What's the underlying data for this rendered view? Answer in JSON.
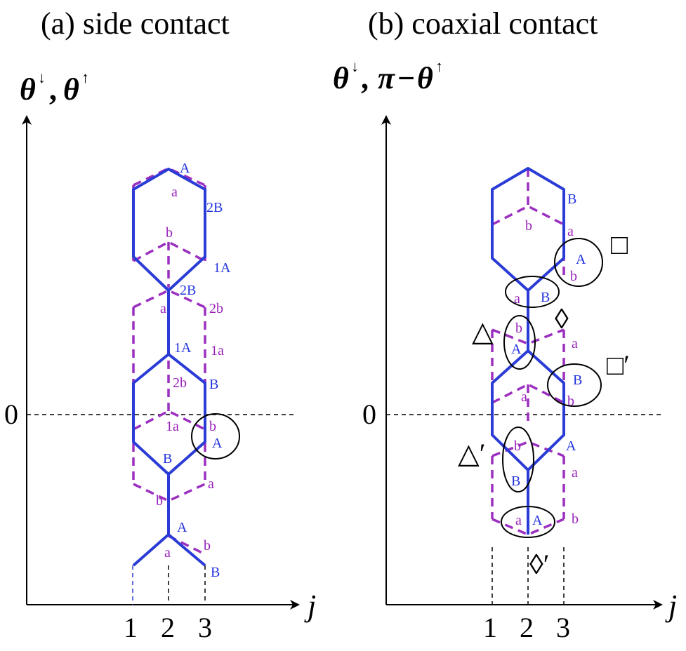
{
  "panel_a": {
    "title": "(a) side contact",
    "y_axis": {
      "sym1": "θ",
      "arrow1": "↓",
      "sep": ",",
      "sym2": "θ",
      "arrow2": "↑"
    },
    "zero_label": "0",
    "x_axis_label": "j",
    "x_ticks": [
      "1",
      "2",
      "3"
    ],
    "blue_labels": [
      "A",
      "2B",
      "1A",
      "2B",
      "1A",
      "B",
      "A",
      "B",
      "A",
      "B"
    ],
    "purple_labels": [
      "a",
      "b",
      "a",
      "2b",
      "1a",
      "2b",
      "1a",
      "b",
      "a",
      "b",
      "b",
      "a"
    ]
  },
  "panel_b": {
    "title": "(b)  coaxial contact",
    "y_axis": {
      "sym1": "θ",
      "arrow1": "↓",
      "sep": ",",
      "pi": "π",
      "minus": "−",
      "sym2": "θ",
      "arrow2": "↑"
    },
    "zero_label": "0",
    "x_axis_label": "j",
    "x_ticks": [
      "1",
      "2",
      "3"
    ],
    "blue_labels": [
      "B",
      "A",
      "B",
      "A",
      "B",
      "A",
      "B",
      "A"
    ],
    "purple_labels": [
      "b",
      "a",
      "b",
      "a",
      "b",
      "a",
      "a",
      "b",
      "b",
      "a",
      "b",
      "a"
    ],
    "symbols": [
      "□",
      "◊",
      "△",
      "□′",
      "△′",
      "◊′"
    ]
  },
  "colors": {
    "solid_path": "#2a3bd6",
    "dashed_path": "#9b2fc0",
    "axes": "#000000"
  }
}
